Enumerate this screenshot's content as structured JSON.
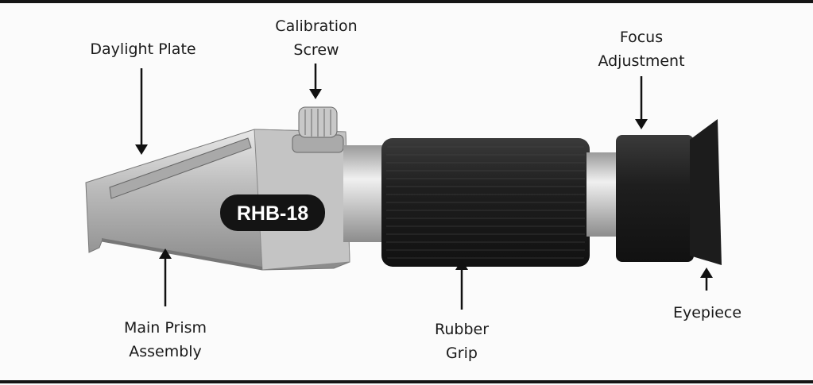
{
  "model_badge": "RHB-18",
  "labels": {
    "daylight_plate": "Daylight Plate",
    "calibration_screw": [
      "Calibration",
      "Screw"
    ],
    "focus_adjustment": [
      "Focus",
      "Adjustment"
    ],
    "eyepiece": "Eyepiece",
    "rubber_grip": [
      "Rubber",
      "Grip"
    ],
    "main_prism_assembly": [
      "Main Prism",
      "Assembly"
    ]
  }
}
